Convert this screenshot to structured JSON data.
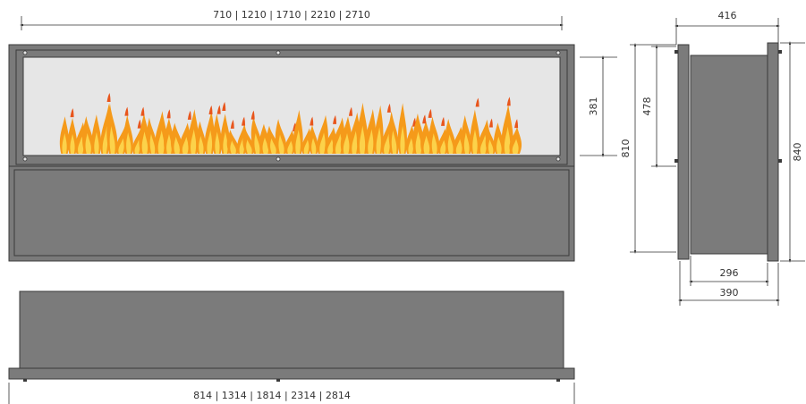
{
  "colors": {
    "frame": "#7a7a7a",
    "panel": "#7b7b7b",
    "glass": "#e6e6e6",
    "outline": "#3a3a3a",
    "dimension": "#333333",
    "flame_outer": "#f59a1a",
    "flame_inner": "#fcd24a",
    "flame_tip": "#e8551c"
  },
  "front_view": {
    "top_width_label": "710 | 1210 | 1710 | 2210 | 2710",
    "glass_height_label": "381",
    "screw_icon": "screw-icon",
    "flame_icon": "flame-icon"
  },
  "side_view": {
    "depth_label": "416",
    "inner_height_label": "478",
    "height_label": "810",
    "total_height_label": "840",
    "body_depth_label": "296",
    "outer_depth_label": "390"
  },
  "bottom_view": {
    "width_label": "814 | 1314 | 1814 | 2314 | 2814"
  }
}
